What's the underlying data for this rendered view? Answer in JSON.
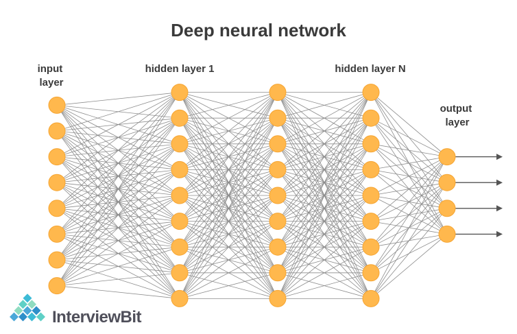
{
  "title": "Deep neural network",
  "layers": [
    {
      "label_lines": [
        "input",
        "layer"
      ],
      "nodes": 8
    },
    {
      "label_lines": [
        "hidden layer 1"
      ],
      "nodes": 9
    },
    {
      "label_lines": [],
      "nodes": 9
    },
    {
      "label_lines": [
        "hidden layer N"
      ],
      "nodes": 9
    },
    {
      "label_lines": [
        "output",
        "layer"
      ],
      "nodes": 4
    }
  ],
  "output_arrows": 4,
  "logo": {
    "text": "InterviewBit"
  },
  "colors": {
    "node_fill": "#ffb84d",
    "edge": "#8c8c8c",
    "title_text": "#3a3a3a",
    "logo_tiles": [
      "#3dbbd6",
      "#5fd0c6",
      "#8fdcc0",
      "#4aa7d8",
      "#2e8fc9"
    ]
  }
}
